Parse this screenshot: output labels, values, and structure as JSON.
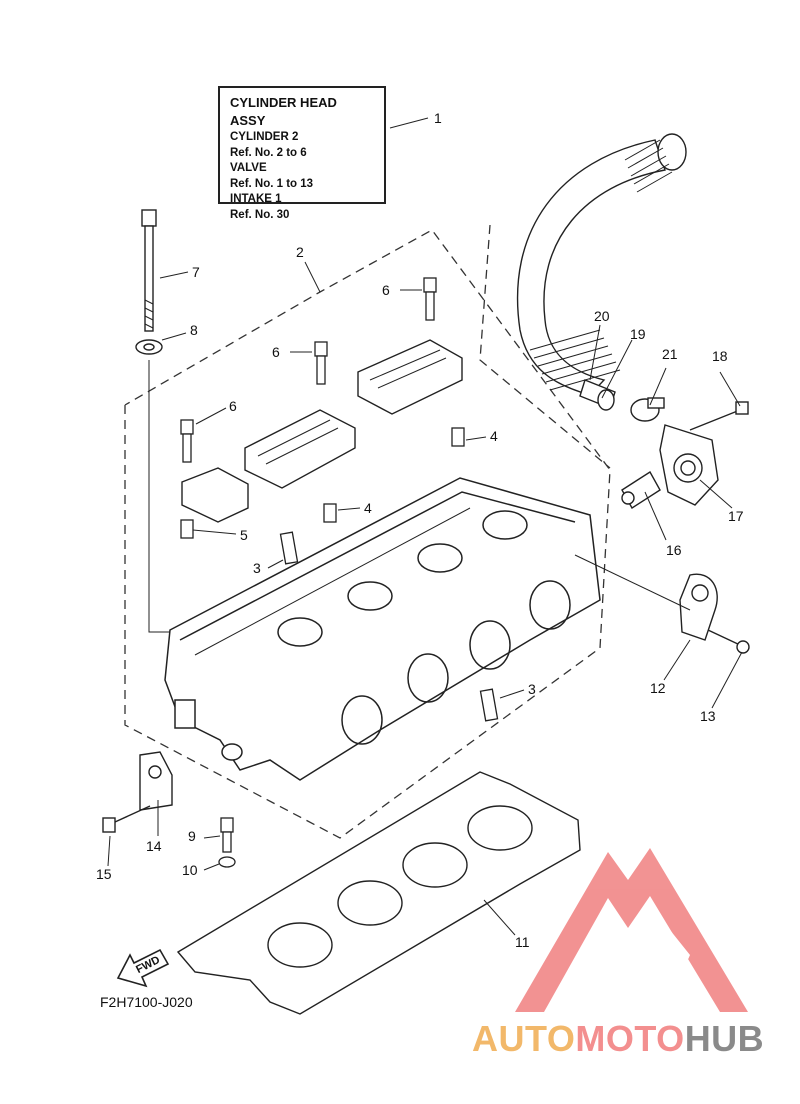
{
  "info_box": {
    "title": "CYLINDER HEAD ASSY",
    "lines": [
      "CYLINDER 2",
      "Ref. No. 2 to 6",
      "VALVE",
      "Ref. No. 1 to 13",
      "INTAKE 1",
      "Ref. No. 30"
    ]
  },
  "callouts": [
    "1",
    "2",
    "3",
    "3",
    "4",
    "4",
    "5",
    "6",
    "6",
    "6",
    "7",
    "8",
    "9",
    "10",
    "11",
    "12",
    "13",
    "14",
    "15",
    "16",
    "17",
    "18",
    "19",
    "20",
    "21"
  ],
  "fwd_label": "FWD",
  "diagram_code": "F2H7100-J020",
  "watermark": {
    "part1": "AUTO",
    "part2": "MOTO",
    "part3": "HUB",
    "colors": {
      "part1": "#f2b86a",
      "part2": "#f38f8f",
      "part3": "#8a8a8a",
      "logo": "#f08080"
    }
  }
}
